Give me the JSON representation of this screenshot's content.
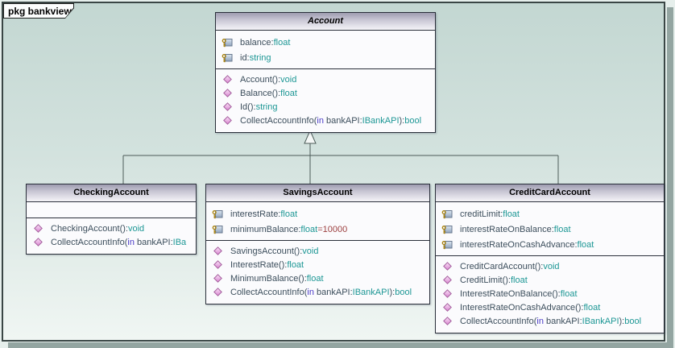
{
  "frame": {
    "tab_label": "pkg bankview"
  },
  "palette": {
    "background_outer": "#e6efec",
    "background_top": "#c3d7d2",
    "background_bottom": "#f0f6f3",
    "frame_border": "#3a4645",
    "shadow": "#93a5a1",
    "box_border": "#2a2f3a",
    "box_body": "#fbfbfd",
    "header_gradient_top": "#9e9bb0",
    "header_gradient_bottom": "#f5f4f8",
    "member_name": "#3c4e5c",
    "member_type": "#1d9795",
    "keyword": "#4a3cc7",
    "default_value": "#9c3f3f",
    "connector": "#4c5b58",
    "attribute_key_icon_color": "#a8820f",
    "operation_diamond_color": "#d783cf"
  },
  "icons": {
    "attr": "key-icon",
    "op": "diamond-icon"
  },
  "relationships": [
    {
      "type": "generalization",
      "from": "CheckingAccount",
      "to": "Account"
    },
    {
      "type": "generalization",
      "from": "SavingsAccount",
      "to": "Account"
    },
    {
      "type": "generalization",
      "from": "CreditCardAccount",
      "to": "Account"
    }
  ],
  "classes": [
    {
      "name": "Account",
      "abstract": true,
      "members": {
        "attributes": [
          {
            "kind": "attr",
            "segs": [
              [
                "n",
                "balance:"
              ],
              [
                "t",
                "float"
              ]
            ]
          },
          {
            "kind": "attr",
            "segs": [
              [
                "n",
                "id:"
              ],
              [
                "t",
                "string"
              ]
            ]
          }
        ],
        "operations": [
          {
            "kind": "op",
            "segs": [
              [
                "n",
                "Account():"
              ],
              [
                "t",
                "void"
              ]
            ]
          },
          {
            "kind": "op",
            "segs": [
              [
                "n",
                "Balance():"
              ],
              [
                "t",
                "float"
              ]
            ]
          },
          {
            "kind": "op",
            "segs": [
              [
                "n",
                "Id():"
              ],
              [
                "t",
                "string"
              ]
            ]
          },
          {
            "kind": "op",
            "segs": [
              [
                "n",
                "CollectAccountInfo("
              ],
              [
                "k",
                "in"
              ],
              [
                "n",
                " bankAPI:"
              ],
              [
                "t",
                "IBankAPI"
              ],
              [
                "n",
                "):"
              ],
              [
                "t",
                "bool"
              ]
            ]
          }
        ]
      }
    },
    {
      "name": "CheckingAccount",
      "abstract": false,
      "members": {
        "attributes": [],
        "operations": [
          {
            "kind": "op",
            "segs": [
              [
                "n",
                "CheckingAccount():"
              ],
              [
                "t",
                "void"
              ]
            ]
          },
          {
            "kind": "op",
            "segs": [
              [
                "n",
                "CollectAccountInfo("
              ],
              [
                "k",
                "in"
              ],
              [
                "n",
                " bankAPI:"
              ],
              [
                "t",
                "IBa"
              ]
            ]
          }
        ]
      }
    },
    {
      "name": "SavingsAccount",
      "abstract": false,
      "members": {
        "attributes": [
          {
            "kind": "attr",
            "segs": [
              [
                "n",
                "interestRate:"
              ],
              [
                "t",
                "float"
              ]
            ]
          },
          {
            "kind": "attr",
            "segs": [
              [
                "n",
                "minimumBalance:"
              ],
              [
                "t",
                "float"
              ],
              [
                "v",
                "=10000"
              ]
            ]
          }
        ],
        "operations": [
          {
            "kind": "op",
            "segs": [
              [
                "n",
                "SavingsAccount():"
              ],
              [
                "t",
                "void"
              ]
            ]
          },
          {
            "kind": "op",
            "segs": [
              [
                "n",
                "InterestRate():"
              ],
              [
                "t",
                "float"
              ]
            ]
          },
          {
            "kind": "op",
            "segs": [
              [
                "n",
                "MinimumBalance():"
              ],
              [
                "t",
                "float"
              ]
            ]
          },
          {
            "kind": "op",
            "segs": [
              [
                "n",
                "CollectAccountInfo("
              ],
              [
                "k",
                "in"
              ],
              [
                "n",
                " bankAPI:"
              ],
              [
                "t",
                "IBankAPI"
              ],
              [
                "n",
                "):"
              ],
              [
                "t",
                "bool"
              ]
            ]
          }
        ]
      }
    },
    {
      "name": "CreditCardAccount",
      "abstract": false,
      "members": {
        "attributes": [
          {
            "kind": "attr",
            "segs": [
              [
                "n",
                "creditLimit:"
              ],
              [
                "t",
                "float"
              ]
            ]
          },
          {
            "kind": "attr",
            "segs": [
              [
                "n",
                "interestRateOnBalance:"
              ],
              [
                "t",
                "float"
              ]
            ]
          },
          {
            "kind": "attr",
            "segs": [
              [
                "n",
                "interestRateOnCashAdvance:"
              ],
              [
                "t",
                "float"
              ]
            ]
          }
        ],
        "operations": [
          {
            "kind": "op",
            "segs": [
              [
                "n",
                "CreditCardAccount():"
              ],
              [
                "t",
                "void"
              ]
            ]
          },
          {
            "kind": "op",
            "segs": [
              [
                "n",
                "CreditLimit():"
              ],
              [
                "t",
                "float"
              ]
            ]
          },
          {
            "kind": "op",
            "segs": [
              [
                "n",
                "InterestRateOnBalance():"
              ],
              [
                "t",
                "float"
              ]
            ]
          },
          {
            "kind": "op",
            "segs": [
              [
                "n",
                "InterestRateOnCashAdvance():"
              ],
              [
                "t",
                "float"
              ]
            ]
          },
          {
            "kind": "op",
            "segs": [
              [
                "n",
                "CollectAccountInfo("
              ],
              [
                "k",
                "in"
              ],
              [
                "n",
                " bankAPI:"
              ],
              [
                "t",
                "IBankAPI"
              ],
              [
                "n",
                "):"
              ],
              [
                "t",
                "bool"
              ]
            ]
          }
        ]
      }
    }
  ]
}
